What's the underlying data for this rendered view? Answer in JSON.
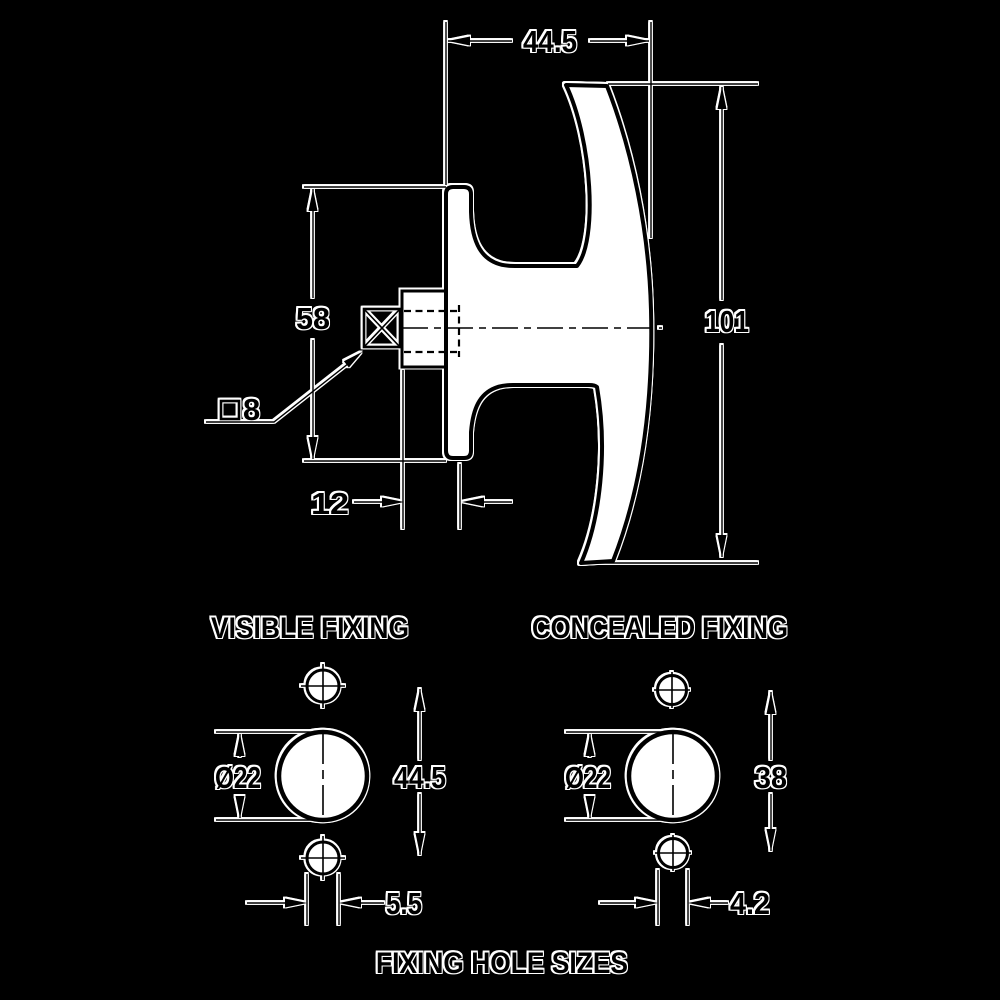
{
  "colors": {
    "background": "#000000",
    "ink": "#000000",
    "halo": "#ffffff",
    "body_fill": "#ffffff"
  },
  "main_view": {
    "width_label": "44.5",
    "height_label": "101",
    "plate_height_label": "58",
    "spindle_depth_label": "12",
    "spindle_square_label": "8"
  },
  "visible_fixing": {
    "title": "VISIBLE FIXING",
    "plate_hole_diameter_label": "Ø22",
    "screw_centres_label": "44.5",
    "screw_hole_label": "5.5"
  },
  "concealed_fixing": {
    "title": "CONCEALED FIXING",
    "plate_hole_diameter_label": "Ø22",
    "screw_centres_label": "38",
    "screw_hole_label": "4.2"
  },
  "caption": "FIXING HOLE SIZES"
}
